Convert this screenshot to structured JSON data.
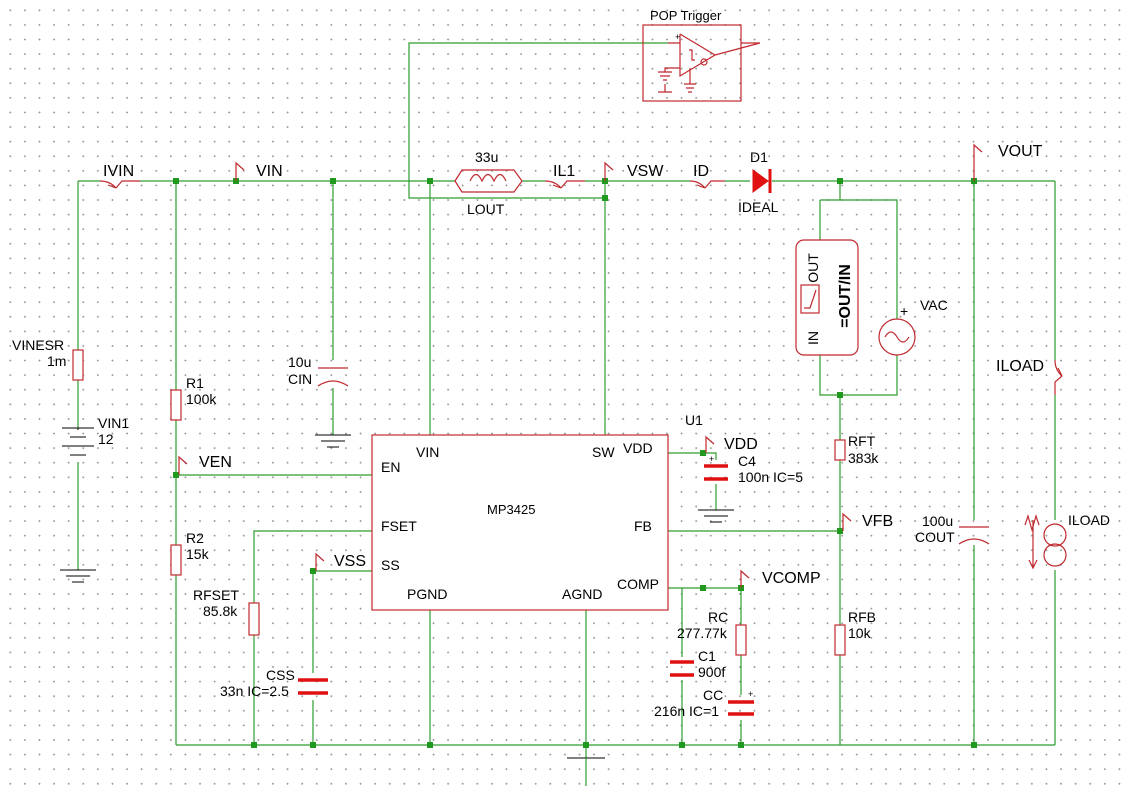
{
  "pop_trigger": {
    "label": "POP Trigger"
  },
  "probes": {
    "iin": "IVIN",
    "vin": "VIN",
    "il1": "IL1",
    "vsw": "VSW",
    "id": "ID",
    "vout": "VOUT",
    "iload_probe": "ILOAD",
    "ven": "VEN",
    "vdd": "VDD",
    "vfb": "VFB",
    "vss": "VSS",
    "vcomp": "VCOMP"
  },
  "components": {
    "lout": {
      "name": "LOUT",
      "value": "33u"
    },
    "d1": {
      "name": "D1",
      "value": "IDEAL"
    },
    "vinesr": {
      "name": "VINESR",
      "value": "1m"
    },
    "vin1": {
      "name": "VIN1",
      "value": "12"
    },
    "cin": {
      "name": "CIN",
      "value": "10u"
    },
    "r1": {
      "name": "R1",
      "value": "100k"
    },
    "r2": {
      "name": "R2",
      "value": "15k"
    },
    "rfset": {
      "name": "RFSET",
      "value": "85.8k"
    },
    "css": {
      "name": "CSS",
      "value": "33n IC=2.5"
    },
    "c4": {
      "name": "C4",
      "value": "100n IC=5"
    },
    "rft": {
      "name": "RFT",
      "value": "383k"
    },
    "rfb": {
      "name": "RFB",
      "value": "10k"
    },
    "rc": {
      "name": "RC",
      "value": "277.77k"
    },
    "c1": {
      "name": "C1",
      "value": "900f"
    },
    "cc": {
      "name": "CC",
      "value": "216n IC=1"
    },
    "cout": {
      "name": "COUT",
      "value": "100u"
    },
    "vac": {
      "name": "VAC",
      "plus": "+"
    },
    "iload": {
      "name": "ILOAD"
    },
    "func_block": {
      "in": "IN",
      "out": "OUT",
      "expr": "=OUT/IN"
    }
  },
  "ic": {
    "ref": "U1",
    "part": "MP3425",
    "pins": {
      "vin": "VIN",
      "sw": "SW",
      "vdd": "VDD",
      "en": "EN",
      "fset": "FSET",
      "fb": "FB",
      "ss": "SS",
      "comp": "COMP",
      "pgnd": "PGND",
      "agnd": "AGND"
    }
  }
}
